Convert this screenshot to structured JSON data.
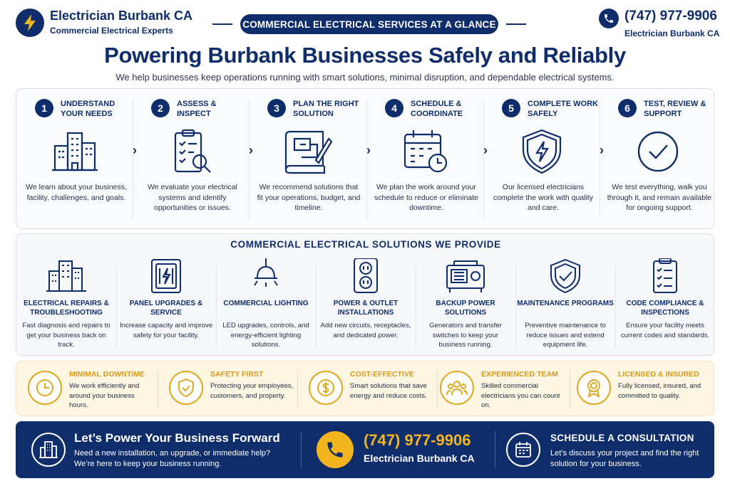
{
  "header": {
    "brand_name": "Electrician Burbank CA",
    "brand_tagline": "Commercial Electrical Experts",
    "banner": "COMMERCIAL ELECTRICAL SERVICES AT A GLANCE",
    "phone": "(747) 977-9906",
    "phone_sub": "Electrician Burbank CA"
  },
  "hero": {
    "title": "Powering Burbank Businesses Safely and Reliably",
    "subtitle": "We help businesses keep operations running with smart solutions, minimal disruption, and dependable electrical systems."
  },
  "steps": [
    {
      "num": "1",
      "title": "UNDERSTAND YOUR NEEDS",
      "icon": "building-icon",
      "desc": "We learn about your business, facility, challenges, and goals."
    },
    {
      "num": "2",
      "title": "ASSESS & INSPECT",
      "icon": "clipboard-search-icon",
      "desc": "We evaluate your electrical systems and identify opportunities or issues."
    },
    {
      "num": "3",
      "title": "PLAN THE RIGHT SOLUTION",
      "icon": "blueprint-icon",
      "desc": "We recommend solutions that fit your operations, budget, and timeline."
    },
    {
      "num": "4",
      "title": "SCHEDULE & COORDINATE",
      "icon": "calendar-clock-icon",
      "desc": "We plan the work around your schedule to reduce or eliminate downtime."
    },
    {
      "num": "5",
      "title": "COMPLETE WORK SAFELY",
      "icon": "shield-bolt-icon",
      "desc": "Our licensed electricians complete the work with quality and care."
    },
    {
      "num": "6",
      "title": "TEST, REVIEW & SUPPORT",
      "icon": "check-circle-icon",
      "desc": "We test everything, walk you through it, and remain available for ongoing support."
    }
  ],
  "solutions": {
    "heading": "COMMERCIAL ELECTRICAL SOLUTIONS WE PROVIDE",
    "items": [
      {
        "title": "ELECTRICAL REPAIRS & TROUBLESHOOTING",
        "icon": "building-icon",
        "desc": "Fast diagnosis and repairs to get your business back on track."
      },
      {
        "title": "PANEL UPGRADES & SERVICE",
        "icon": "panel-icon",
        "desc": "Increase capacity and improve safety for your facility."
      },
      {
        "title": "COMMERCIAL LIGHTING",
        "icon": "pendant-lamp-icon",
        "desc": "LED upgrades, controls, and energy-efficient lighting solutions."
      },
      {
        "title": "POWER & OUTLET INSTALLATIONS",
        "icon": "outlet-icon",
        "desc": "Add new circuits, receptacles, and dedicated power."
      },
      {
        "title": "BACKUP POWER SOLUTIONS",
        "icon": "generator-icon",
        "desc": "Generators and transfer switches to keep your business running."
      },
      {
        "title": "MAINTENANCE PROGRAMS",
        "icon": "shield-check-icon",
        "desc": "Preventive maintenance to reduce issues and extend equipment life."
      },
      {
        "title": "CODE COMPLIANCE & INSPECTIONS",
        "icon": "checklist-icon",
        "desc": "Ensure your facility meets current codes and standards."
      }
    ]
  },
  "benefits": [
    {
      "title": "MINIMAL DOWNTIME",
      "icon": "clock-icon",
      "desc": "We work efficiently and around your business hours."
    },
    {
      "title": "SAFETY FIRST",
      "icon": "shield-check-icon",
      "desc": "Protecting your employees, customers, and property."
    },
    {
      "title": "COST-EFFECTIVE",
      "icon": "dollar-icon",
      "desc": "Smart solutions that save energy and reduce costs."
    },
    {
      "title": "EXPERIENCED TEAM",
      "icon": "team-icon",
      "desc": "Skilled commercial electricians you can count on."
    },
    {
      "title": "LICENSED & INSURED",
      "icon": "badge-icon",
      "desc": "Fully licensed, insured, and committed to quality."
    }
  ],
  "cta": {
    "title": "Let’s Power Your Business Forward",
    "text": "Need a new installation, an upgrade, or immediate help? We’re here to keep your business running.",
    "phone": "(747) 977-9906",
    "phone_sub": "Electrician Burbank CA",
    "schedule_title": "SCHEDULE A CONSULTATION",
    "schedule_text": "Let’s discuss your project and find the right solution for your business."
  },
  "colors": {
    "navy": "#0f2d6b",
    "gold": "#f2b51e",
    "gold_text": "#d9991a",
    "cream": "#fdf6e3"
  }
}
